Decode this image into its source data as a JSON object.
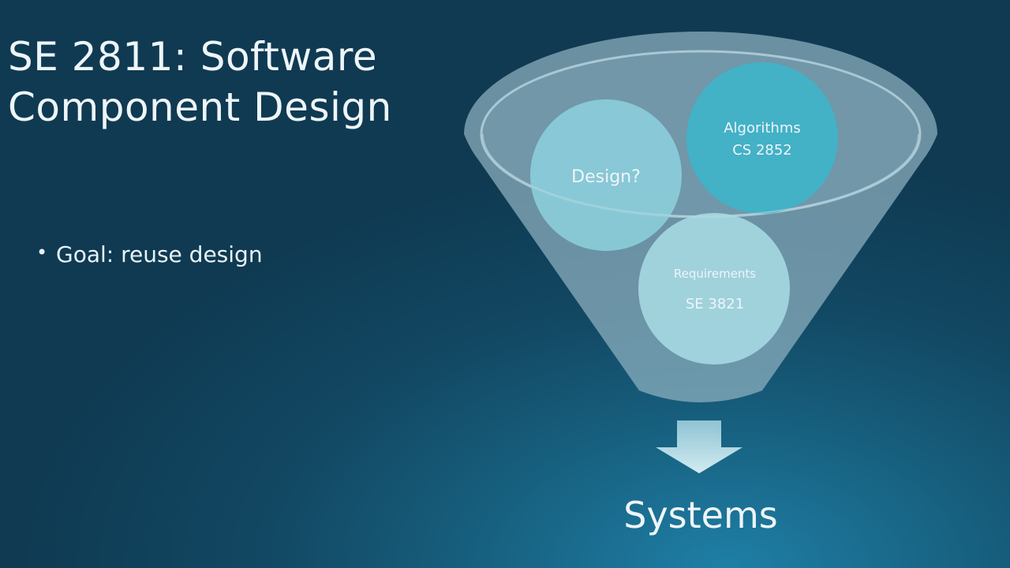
{
  "slide": {
    "title": "SE 2811: Software Component Design",
    "bullets": [
      "Goal: reuse design"
    ]
  },
  "funnel": {
    "circles": [
      {
        "id": "design",
        "lines": [
          "Design?"
        ]
      },
      {
        "id": "algorithms",
        "lines": [
          "Algorithms",
          "CS 2852"
        ]
      },
      {
        "id": "requirements",
        "lines": [
          "Requirements",
          "SE 3821"
        ]
      }
    ],
    "output": "Systems"
  },
  "colors": {
    "funnel_fill": "#8fb2c1",
    "circle_design": "#8ccfdc",
    "circle_algorithms": "#3fb3c9",
    "circle_requirements": "#a7dbe4",
    "arrow": "#b9dce6",
    "text_light": "#eef5f8"
  }
}
